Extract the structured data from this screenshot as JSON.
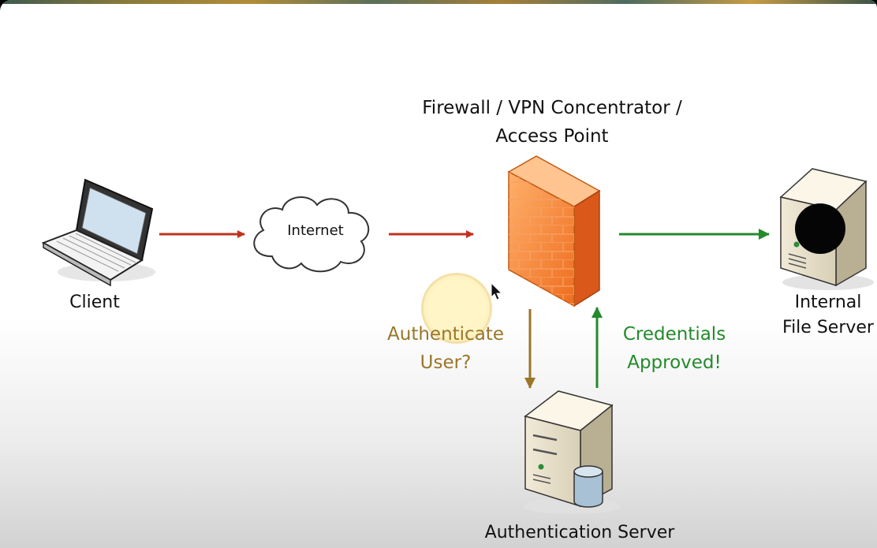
{
  "diagram": {
    "firewall_title_line1": "Firewall / VPN Concentrator /",
    "firewall_title_line2": "Access Point",
    "client_label": "Client",
    "internet_label": "Internet",
    "file_server_line1": "Internal",
    "file_server_line2": "File Server",
    "auth_question_line1": "Authenticate",
    "auth_question_line2": "User?",
    "credentials_line1": "Credentials",
    "credentials_line2": "Approved!",
    "auth_server_label": "Authentication Server"
  },
  "colors": {
    "red_arrow": "#c0321f",
    "green_arrow": "#248a2c",
    "brown_arrow": "#9a7629",
    "firewall_orange": "#f07a2a"
  },
  "icons": [
    "laptop-icon",
    "cloud-icon",
    "firewall-icon",
    "server-icon",
    "database-icon",
    "mouse-cursor-icon"
  ]
}
